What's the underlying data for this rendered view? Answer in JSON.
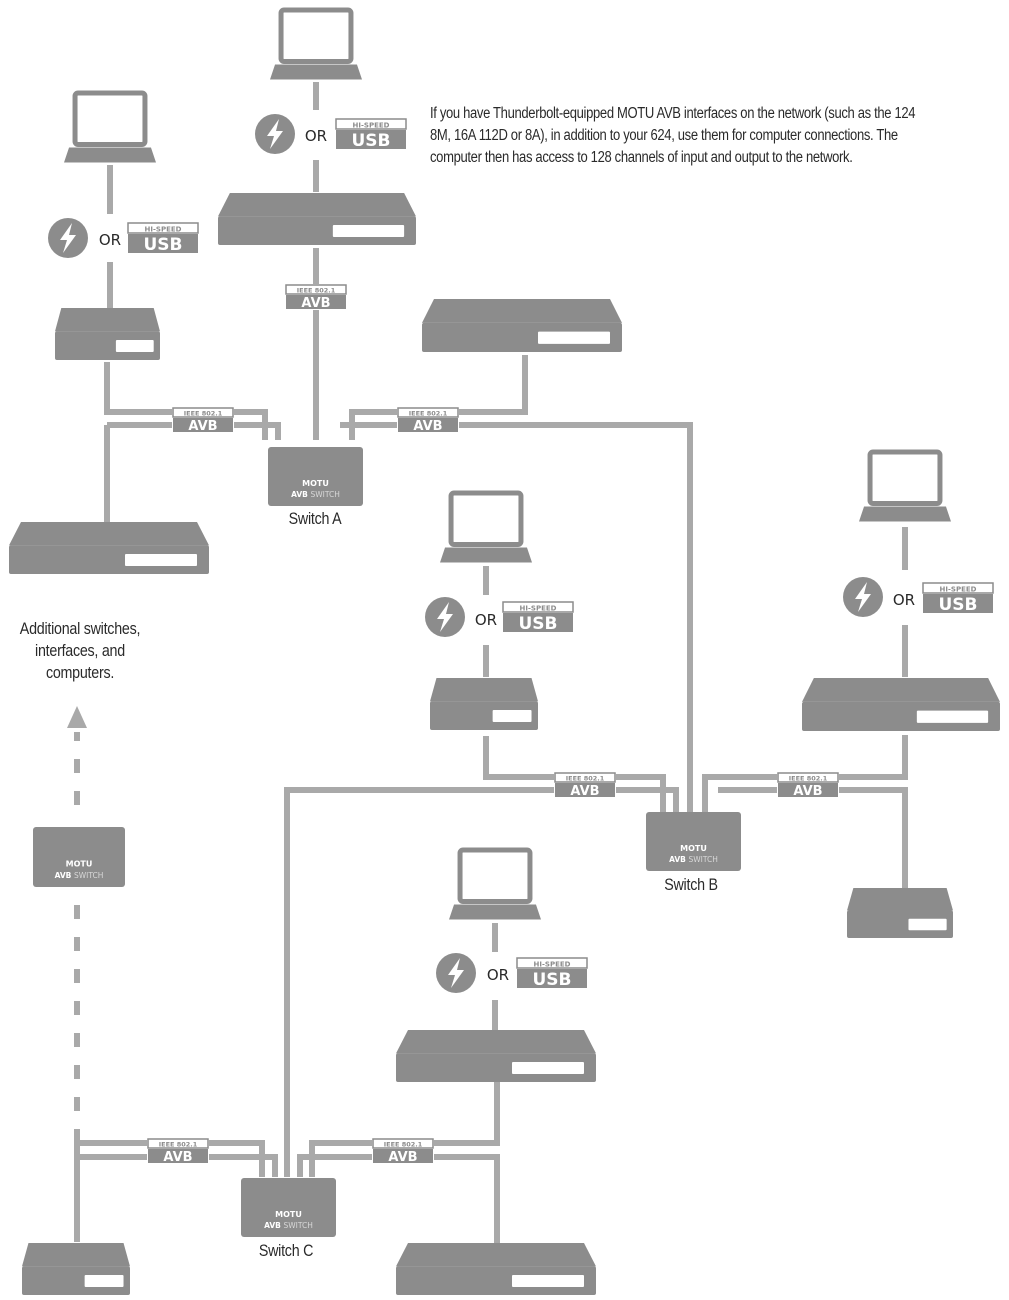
{
  "description_text": {
    "line1": "If you have Thunderbolt-equipped MOTU AVB interfaces on the network (such as the 124",
    "line2": "8M, 16A 112D or 8A), in addition to your 624, use them for computer connections. The",
    "line3": "computer then has access to 128 channels of input and output to the network."
  },
  "labels": {
    "switch_a": "Switch A",
    "switch_b": "Switch B",
    "switch_c": "Switch C",
    "or": "OR"
  },
  "additional_note": {
    "line1": "Additional switches,",
    "line2": "interfaces, and",
    "line3": "computers."
  },
  "badges": {
    "ieee_top": "IEEE 802.1",
    "avb": "AVB",
    "hispeed_top": "HI-SPEED",
    "usb": "USB"
  },
  "switch_face": {
    "brand": "MOTU",
    "model_bold": "AVB",
    "model_light": "SWITCH"
  },
  "colors": {
    "device_gray": "#8c8c8c",
    "cable_gray": "#a9a9a9",
    "text": "#2a2a2a"
  }
}
